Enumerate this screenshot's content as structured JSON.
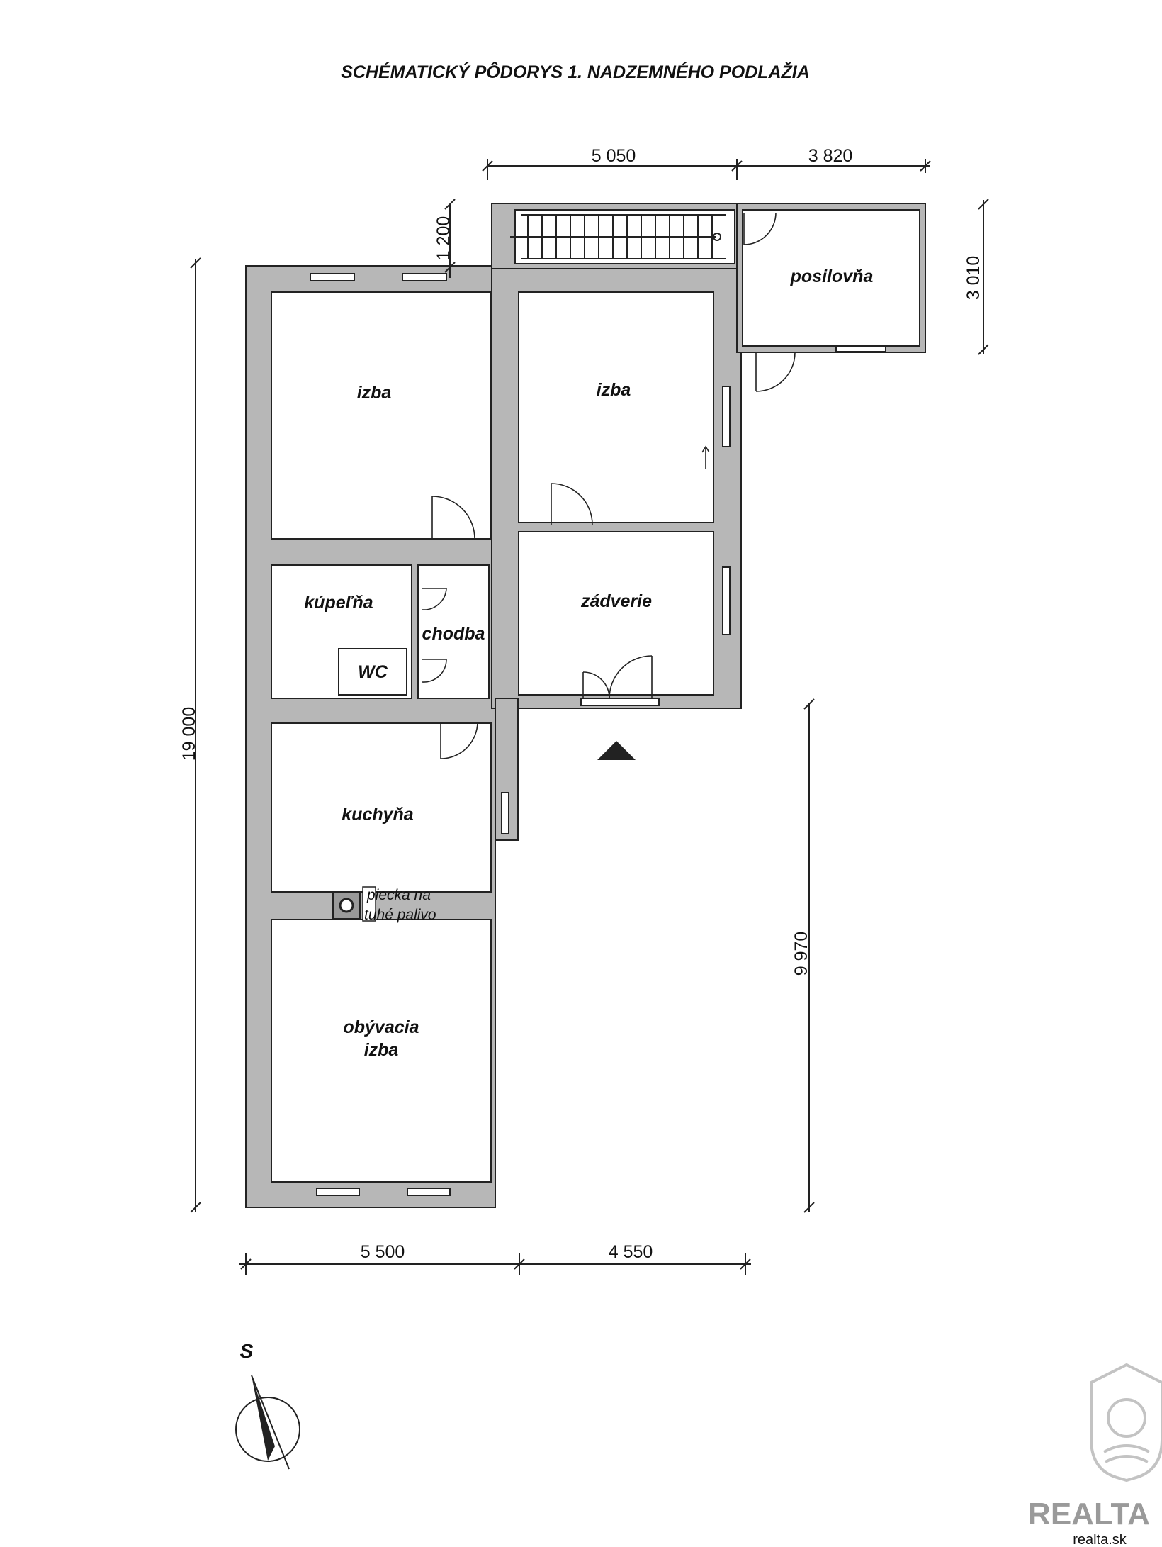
{
  "title": "SCHÉMATICKÝ PÔDORYS 1. NADZEMNÉHO PODLAŽIA",
  "rooms": {
    "izba_left": "izba",
    "izba_right": "izba",
    "posilovna": "posilovňa",
    "kupelna": "kúpeľňa",
    "chodba": "chodba",
    "wc": "WC",
    "zadverie": "zádverie",
    "kuchyna": "kuchyňa",
    "obyvacia_1": "obývacia",
    "obyvacia_2": "izba"
  },
  "notes": {
    "stove_line1": "piecka na",
    "stove_line2": "tuhé palivo"
  },
  "dimensions": {
    "top_1": "5 050",
    "top_2": "3 820",
    "stair_depth": "1 200",
    "posilovna_depth": "3 010",
    "total_height": "19 000",
    "right_height": "9 970",
    "bottom_1": "5 500",
    "bottom_2": "4 550"
  },
  "compass": {
    "letter": "S"
  },
  "brand": {
    "name": "REALTA",
    "url": "realta.sk"
  }
}
